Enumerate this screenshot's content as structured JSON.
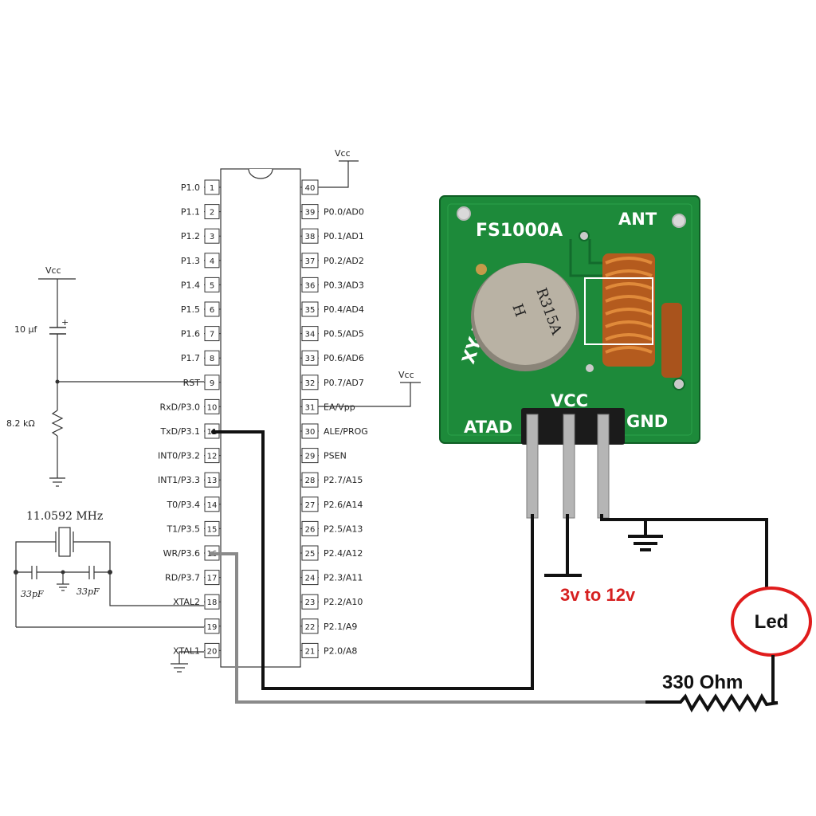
{
  "mcu": {
    "left_pins": [
      {
        "num": "1",
        "label": "P1.0"
      },
      {
        "num": "2",
        "label": "P1.1"
      },
      {
        "num": "3",
        "label": "P1.2"
      },
      {
        "num": "4",
        "label": "P1.3"
      },
      {
        "num": "5",
        "label": "P1.4"
      },
      {
        "num": "6",
        "label": "P1.5"
      },
      {
        "num": "7",
        "label": "P1.6"
      },
      {
        "num": "8",
        "label": "P1.7"
      },
      {
        "num": "9",
        "label": "RST"
      },
      {
        "num": "10",
        "label": "RxD/P3.0"
      },
      {
        "num": "11",
        "label": "TxD/P3.1"
      },
      {
        "num": "12",
        "label": "INT0/P3.2"
      },
      {
        "num": "13",
        "label": "INT1/P3.3"
      },
      {
        "num": "14",
        "label": "T0/P3.4"
      },
      {
        "num": "15",
        "label": "T1/P3.5"
      },
      {
        "num": "16",
        "label": "WR/P3.6"
      },
      {
        "num": "17",
        "label": "RD/P3.7"
      },
      {
        "num": "18",
        "label": "XTAL2"
      },
      {
        "num": "19",
        "label": ""
      },
      {
        "num": "20",
        "label": "XTAL1"
      }
    ],
    "right_pins": [
      {
        "num": "40",
        "label": ""
      },
      {
        "num": "39",
        "label": "P0.0/AD0"
      },
      {
        "num": "38",
        "label": "P0.1/AD1"
      },
      {
        "num": "37",
        "label": "P0.2/AD2"
      },
      {
        "num": "36",
        "label": "P0.3/AD3"
      },
      {
        "num": "35",
        "label": "P0.4/AD4"
      },
      {
        "num": "34",
        "label": "P0.5/AD5"
      },
      {
        "num": "33",
        "label": "P0.6/AD6"
      },
      {
        "num": "32",
        "label": "P0.7/AD7"
      },
      {
        "num": "31",
        "label": "EA/Vpp"
      },
      {
        "num": "30",
        "label": "ALE/PROG"
      },
      {
        "num": "29",
        "label": "PSEN"
      },
      {
        "num": "28",
        "label": "P2.7/A15"
      },
      {
        "num": "27",
        "label": "P2.6/A14"
      },
      {
        "num": "26",
        "label": "P2.5/A13"
      },
      {
        "num": "25",
        "label": "P2.4/A12"
      },
      {
        "num": "24",
        "label": "P2.3/A11"
      },
      {
        "num": "23",
        "label": "P2.2/A10"
      },
      {
        "num": "22",
        "label": "P2.1/A9"
      },
      {
        "num": "21",
        "label": "P2.0/A8"
      }
    ]
  },
  "labels": {
    "vcc_top": "Vcc",
    "vcc_left": "Vcc",
    "vcc_right": "Vcc",
    "cap_value": "10 µf",
    "res_value": "8.2 kΩ",
    "crystal": "11.0592 MHz",
    "cap_left": "33pF",
    "cap_right": "33pF",
    "supply": "3v to 12v",
    "led": "Led",
    "resistor": "330 Ohm"
  },
  "module": {
    "model": "FS1000A",
    "side": "XY-FST",
    "ant": "ANT",
    "vcc": "VCC",
    "data": "ATAD",
    "gnd": "GND",
    "chip_line1": "H",
    "chip_line2": "R315A"
  },
  "colors": {
    "board": "#1d8a3a",
    "wire_black": "#111111",
    "wire_gray": "#8a8a8a",
    "led_ring": "#e01c1c",
    "supply_text": "#d62020"
  }
}
